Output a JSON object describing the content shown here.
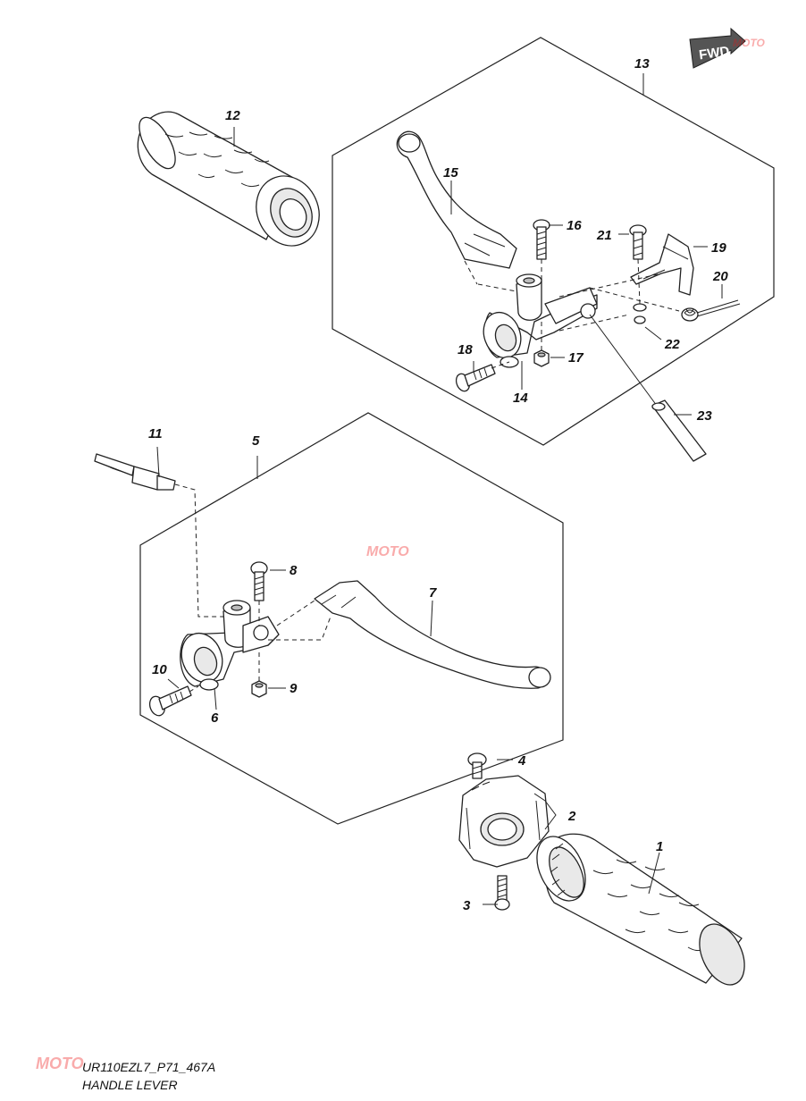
{
  "diagram": {
    "badge": "FWD",
    "code": "UR110EZL7_P71_467A",
    "title": "HANDLE LEVER",
    "watermark": "MOTO",
    "callouts": {
      "c1": "1",
      "c2": "2",
      "c3": "3",
      "c4": "4",
      "c5": "5",
      "c6": "6",
      "c7": "7",
      "c8": "8",
      "c9": "9",
      "c10": "10",
      "c11": "11",
      "c12": "12",
      "c13": "13",
      "c14": "14",
      "c15": "15",
      "c16": "16",
      "c17": "17",
      "c18": "18",
      "c19": "19",
      "c20": "20",
      "c21": "21",
      "c22": "22",
      "c23": "23"
    }
  }
}
